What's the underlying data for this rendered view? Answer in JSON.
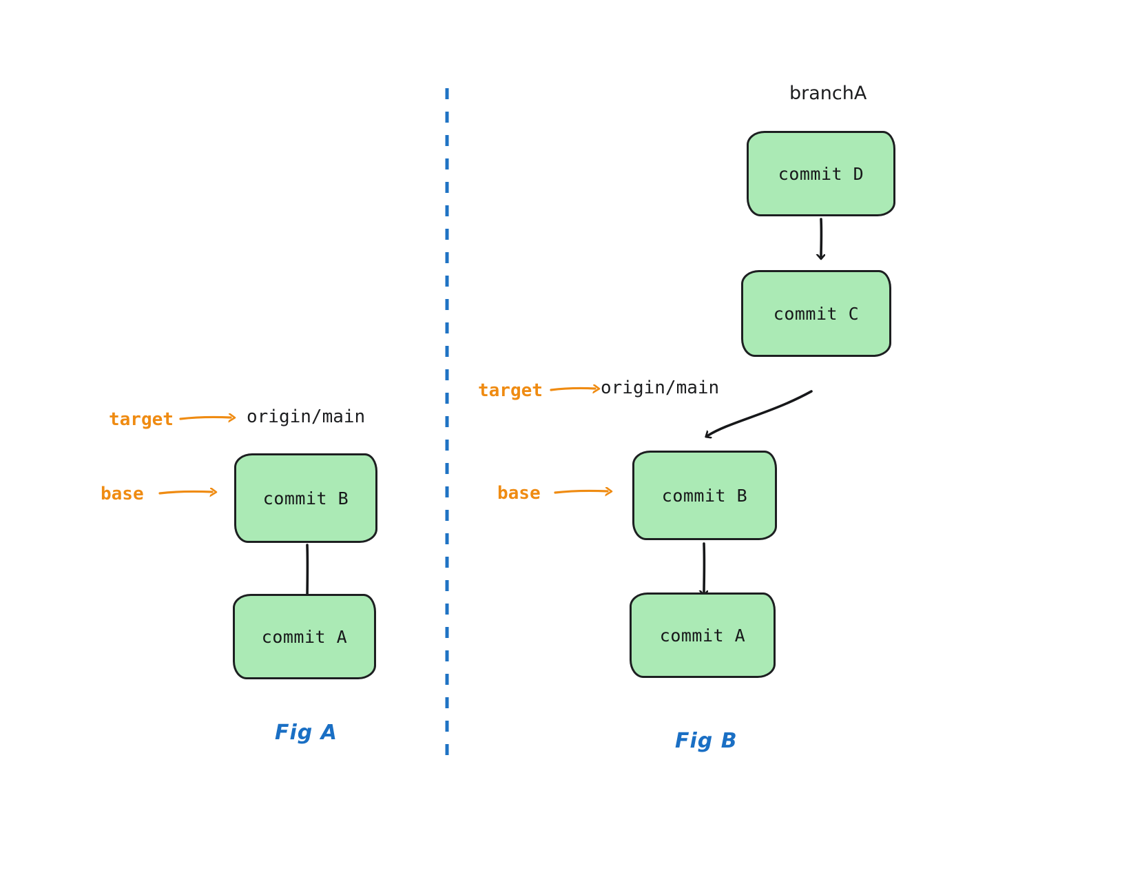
{
  "diagram": {
    "title": "git rebase base and target illustration",
    "background_color": "#ffffff",
    "node_fill_color": "#abeab5",
    "node_stroke_color": "#1d1f21",
    "pointer_color": "#ef8b12",
    "fig_label_color": "#1a6fc4",
    "divider_color": "#1f73c4",
    "arrow_color": "#17181a"
  },
  "divider": {
    "name": "vertical-dashed-divider",
    "orientation": "vertical",
    "style": "dashed"
  },
  "fig_a": {
    "caption": "Fig A",
    "branch_label": "origin/main",
    "pointers": [
      {
        "label": "target",
        "points_to": "origin/main"
      },
      {
        "label": "base",
        "points_to": "commit B"
      }
    ],
    "nodes": [
      {
        "id": "b",
        "label": "commit B"
      },
      {
        "id": "a",
        "label": "commit A"
      }
    ],
    "edges": [
      {
        "from": "commit B",
        "to": "commit A",
        "shape": "straight"
      }
    ]
  },
  "fig_b": {
    "caption": "Fig B",
    "branch_label_top": "branchA",
    "branch_label_main": "origin/main",
    "pointers": [
      {
        "label": "target",
        "points_to": "origin/main"
      },
      {
        "label": "base",
        "points_to": "commit B"
      }
    ],
    "nodes": [
      {
        "id": "d",
        "label": "commit D"
      },
      {
        "id": "c",
        "label": "commit C"
      },
      {
        "id": "b",
        "label": "commit B"
      },
      {
        "id": "a",
        "label": "commit A"
      }
    ],
    "edges": [
      {
        "from": "commit D",
        "to": "commit C",
        "shape": "straight"
      },
      {
        "from": "commit C",
        "to": "commit B",
        "shape": "curved"
      },
      {
        "from": "commit B",
        "to": "commit A",
        "shape": "straight"
      }
    ]
  }
}
